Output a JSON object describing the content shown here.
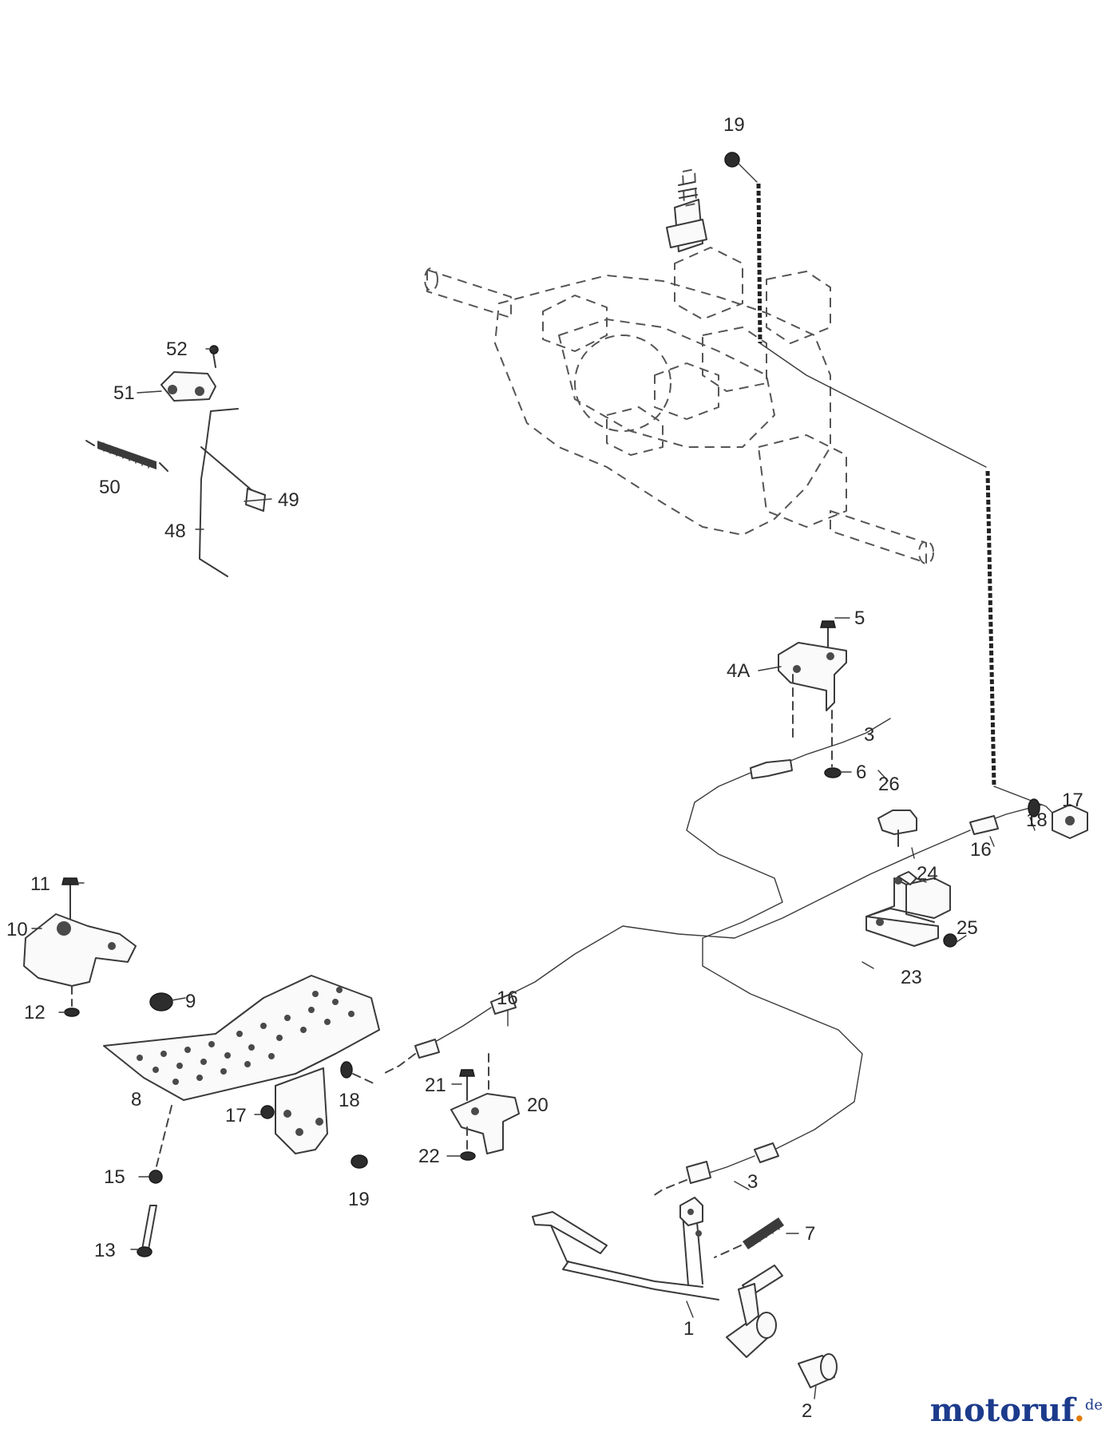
{
  "labels": {
    "p19_top": "19",
    "p52": "52",
    "p51": "51",
    "p50": "50",
    "p49": "49",
    "p48": "48",
    "p5": "5",
    "p4A": "4A",
    "p3_top": "3",
    "p6": "6",
    "p17_right": "17",
    "p18_right": "18",
    "p16_right": "16",
    "p26": "26",
    "p24": "24",
    "p25": "25",
    "p23": "23",
    "p11": "11",
    "p10": "10",
    "p9": "9",
    "p12": "12",
    "p16_mid": "16",
    "p8": "8",
    "p18_mid": "18",
    "p17_mid": "17",
    "p21": "21",
    "p20": "20",
    "p22": "22",
    "p19_bottom": "19",
    "p15": "15",
    "p13": "13",
    "p3_bottom": "3",
    "p7": "7",
    "p1": "1",
    "p2": "2"
  },
  "watermark": {
    "main": "motoruf",
    "dot": ".",
    "tld": "de"
  }
}
